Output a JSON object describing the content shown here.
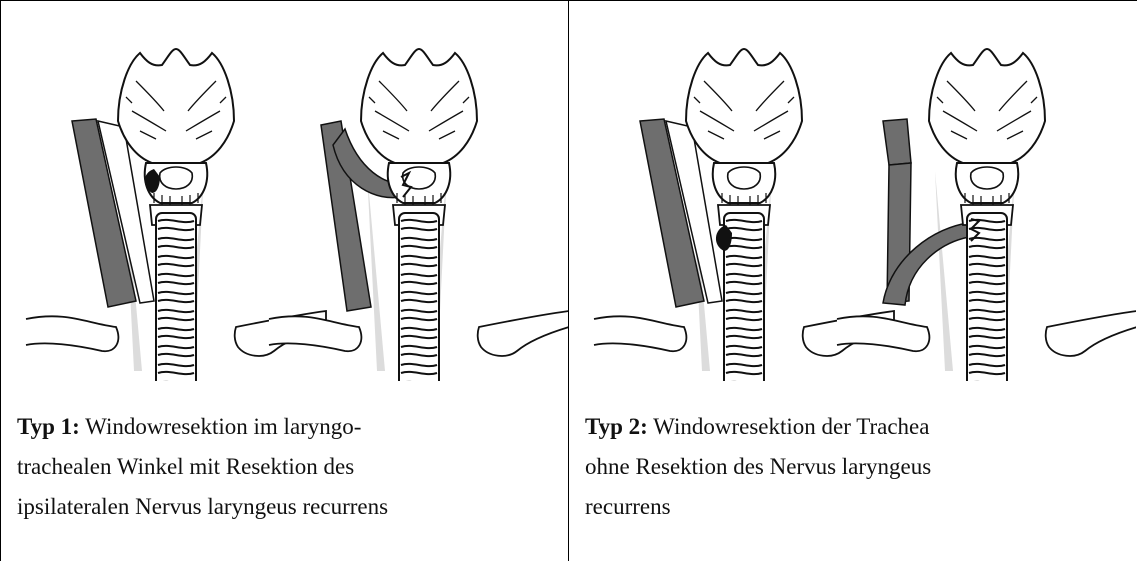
{
  "panels": [
    {
      "type_label": "Typ 1:",
      "lines": [
        " Windowresektion im laryngo-",
        "trachealen Winkel mit Resektion des",
        "ipsilateralen Nervus laryngeus recurrens"
      ]
    },
    {
      "type_label": "Typ 2:",
      "lines": [
        " Windowresektion der Trachea",
        "ohne Resektion des Nervus laryngeus",
        "recurrens"
      ]
    }
  ]
}
